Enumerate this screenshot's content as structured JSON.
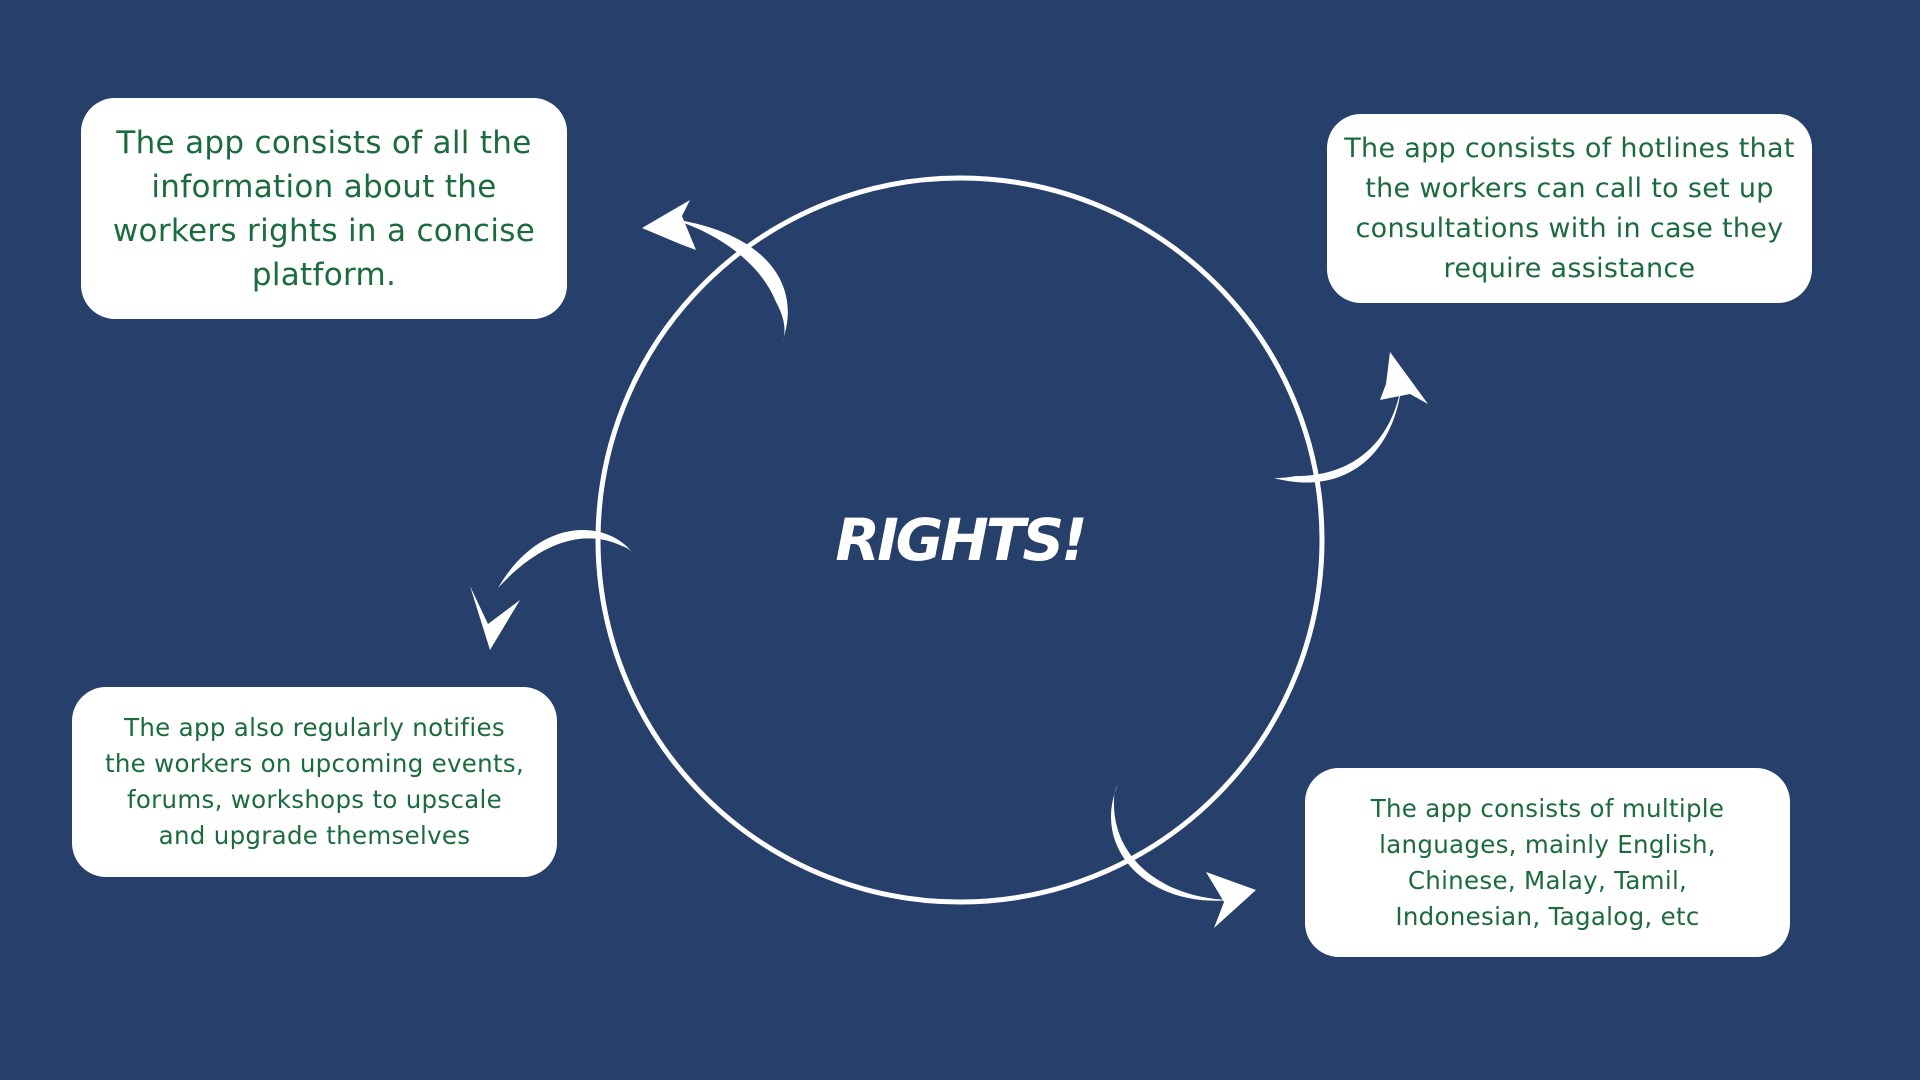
{
  "colors": {
    "background": "#273f6b",
    "card_background": "#ffffff",
    "card_text": "#1c6b3e",
    "lines": "#ffffff"
  },
  "center": {
    "title": "RIGHTS!"
  },
  "cards": {
    "top_left": {
      "text": "The app consists of all the information about the workers rights in a concise platform."
    },
    "top_right": {
      "text": "The app consists of hotlines that the workers can call to set up consultations with in case they require assistance"
    },
    "bottom_left": {
      "text": "The app also regularly notifies the workers on upcoming events, forums, workshops to upscale and upgrade themselves"
    },
    "bottom_right": {
      "text": "The app consists of multiple languages, mainly English, Chinese, Malay, Tamil, Indonesian, Tagalog, etc"
    }
  },
  "icons": [
    "curved-arrow-icon"
  ]
}
